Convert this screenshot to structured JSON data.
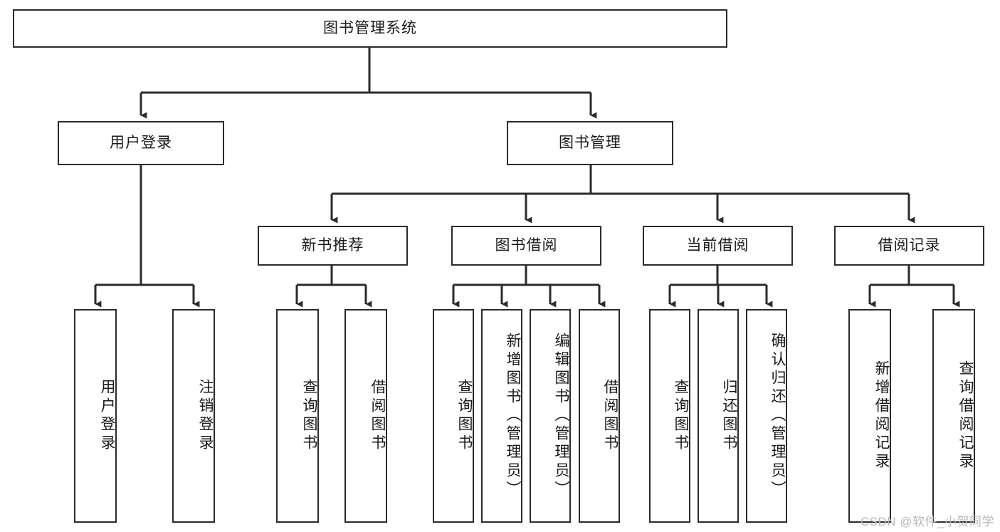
{
  "diagram": {
    "title": "图书管理系统",
    "type": "tree",
    "watermark": "CSDN @软件_小贺同学",
    "colors": {
      "box_border": "#2b2b2b",
      "box_fill": "#ffffff",
      "connector": "#2b2b2b",
      "text": "#1a1a1a",
      "watermark": "#b9b9b9",
      "background": "#ffffff"
    },
    "nodes": {
      "root": {
        "label": "图书管理系统"
      },
      "level2": [
        {
          "id": "user-login",
          "label": "用户登录"
        },
        {
          "id": "book-management",
          "label": "图书管理"
        }
      ],
      "level3": [
        {
          "id": "new-book-recommend",
          "label": "新书推荐"
        },
        {
          "id": "book-borrow",
          "label": "图书借阅"
        },
        {
          "id": "current-borrow",
          "label": "当前借阅"
        },
        {
          "id": "borrow-record",
          "label": "借阅记录"
        }
      ],
      "leaves": {
        "user_login": [
          {
            "id": "leaf-user-login",
            "label": "用户登录"
          },
          {
            "id": "leaf-logout-login",
            "label": "注销登录"
          }
        ],
        "new_book_recommend": [
          {
            "id": "leaf-query-book-1",
            "label": "查询图书"
          },
          {
            "id": "leaf-borrow-book-1",
            "label": "借阅图书"
          }
        ],
        "book_borrow": [
          {
            "id": "leaf-query-book-2",
            "label": "查询图书"
          },
          {
            "id": "leaf-add-book",
            "label": "新增图书（管理员）"
          },
          {
            "id": "leaf-edit-book",
            "label": "编辑图书（管理员）"
          },
          {
            "id": "leaf-borrow-book-2",
            "label": "借阅图书"
          }
        ],
        "current_borrow": [
          {
            "id": "leaf-query-book-3",
            "label": "查询图书"
          },
          {
            "id": "leaf-return-book",
            "label": "归还图书"
          },
          {
            "id": "leaf-confirm-return",
            "label": "确认归还（管理员）"
          }
        ],
        "borrow_record": [
          {
            "id": "leaf-add-record",
            "label": "新增借阅记录"
          },
          {
            "id": "leaf-query-record",
            "label": "查询借阅记录"
          }
        ]
      }
    }
  }
}
